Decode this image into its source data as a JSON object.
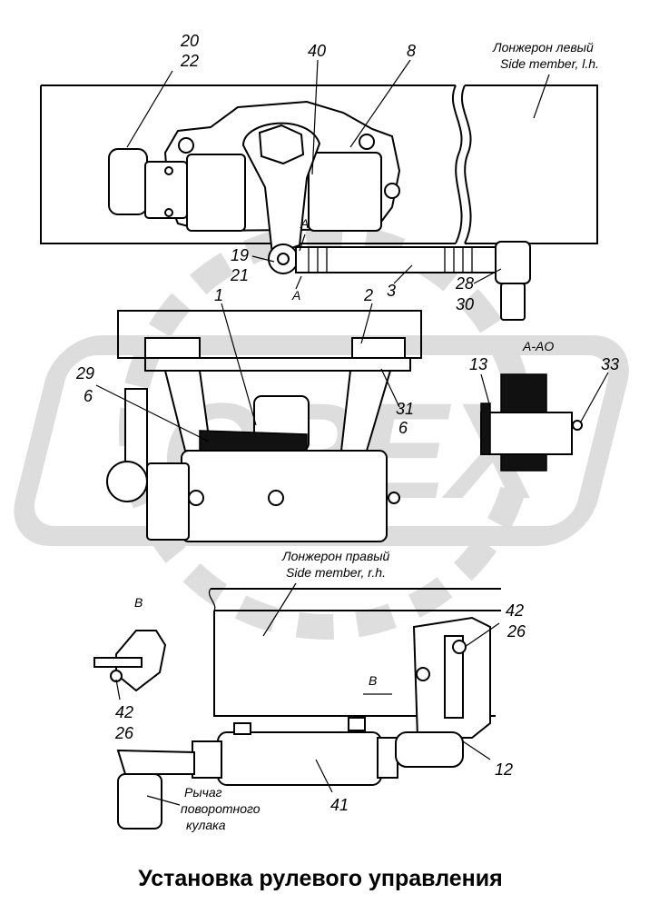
{
  "labels": {
    "side_member_left_ru": "Лонжерон левый",
    "side_member_left_en": "Side member, l.h.",
    "side_member_right_ru": "Лонжерон правый",
    "side_member_right_en": "Side member, r.h.",
    "section_aa": "A-AO",
    "view_a_top": "A",
    "view_a_bottom": "A",
    "view_b_left": "В",
    "view_b_arrow": "В",
    "lever_line1": "Рычаг",
    "lever_line2": "поворотного",
    "lever_line3": "кулака"
  },
  "callouts": {
    "n20": "20",
    "n22": "22",
    "n40": "40",
    "n8": "8",
    "n19": "19",
    "n21": "21",
    "n3": "3",
    "n28": "28",
    "n30": "30",
    "n1": "1",
    "n2": "2",
    "n29": "29",
    "n6a": "6",
    "n31": "31",
    "n6b": "6",
    "n13": "13",
    "n33": "33",
    "n42a": "42",
    "n26a": "26",
    "n42b": "42",
    "n26b": "26",
    "n12": "12",
    "n41": "41"
  },
  "title": "Установка рулевого управления",
  "watermark": "OPEX"
}
